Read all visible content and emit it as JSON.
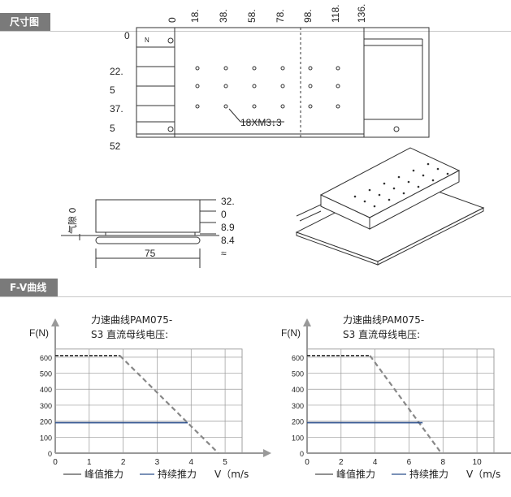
{
  "sections": {
    "dimensions_label": "尺寸图",
    "fv_label": "F-V曲线"
  },
  "top_view": {
    "top_ticks": [
      "0",
      "18.",
      "38.",
      "58.",
      "78.",
      "98.",
      "118.",
      "136."
    ],
    "left_ticks": [
      "0",
      "22.",
      "5",
      "37.",
      "5",
      "52"
    ],
    "n_mark": "N",
    "hole_callout": "18XM3↓3"
  },
  "side_view": {
    "gap_label": "气隙 0",
    "right_labels": [
      "32.",
      "0",
      "8.9",
      "8.4",
      "≈"
    ],
    "width_label": "75"
  },
  "chart_data": [
    {
      "type": "line",
      "title": "力速曲线PAM075-S3 直流母线电压:",
      "title_lines": [
        "力速曲线PAM075-",
        "S3 直流母线电压:"
      ],
      "ylabel": "F(N)",
      "xlabel": "V（m/s",
      "x_ticks": [
        0,
        1,
        2,
        3,
        4,
        5
      ],
      "y_ticks": [
        0,
        100,
        200,
        300,
        400,
        500,
        600
      ],
      "xlim": [
        0,
        5.5
      ],
      "ylim": [
        0,
        650
      ],
      "grid": true,
      "legend_position": "bottom",
      "series": [
        {
          "name": "峰值推力",
          "x": [
            0,
            1.9,
            4.8
          ],
          "y": [
            610,
            610,
            0
          ],
          "style": "dashed",
          "color": "#222222",
          "dash_color": "#888888"
        },
        {
          "name": "持续推力",
          "x": [
            0,
            3.9
          ],
          "y": [
            190,
            190
          ],
          "style": "solid",
          "color": "#2b4f8c"
        }
      ]
    },
    {
      "type": "line",
      "title": "力速曲线PAM075-S3 直流母线电压:",
      "title_lines": [
        "力速曲线PAM075-",
        "S3 直流母线电压:"
      ],
      "ylabel": "F(N)",
      "xlabel": "V（m/s",
      "x_ticks": [
        0,
        2,
        4,
        6,
        8,
        10
      ],
      "y_ticks": [
        0,
        100,
        200,
        300,
        400,
        500,
        600
      ],
      "xlim": [
        0,
        11
      ],
      "ylim": [
        0,
        650
      ],
      "grid": true,
      "legend_position": "bottom",
      "series": [
        {
          "name": "峰值推力",
          "x": [
            0,
            3.7,
            7.9
          ],
          "y": [
            610,
            610,
            0
          ],
          "style": "dashed",
          "color": "#222222",
          "dash_color": "#888888"
        },
        {
          "name": "持续推力",
          "x": [
            0,
            6.8
          ],
          "y": [
            190,
            190
          ],
          "style": "solid",
          "color": "#2b4f8c"
        }
      ]
    }
  ]
}
